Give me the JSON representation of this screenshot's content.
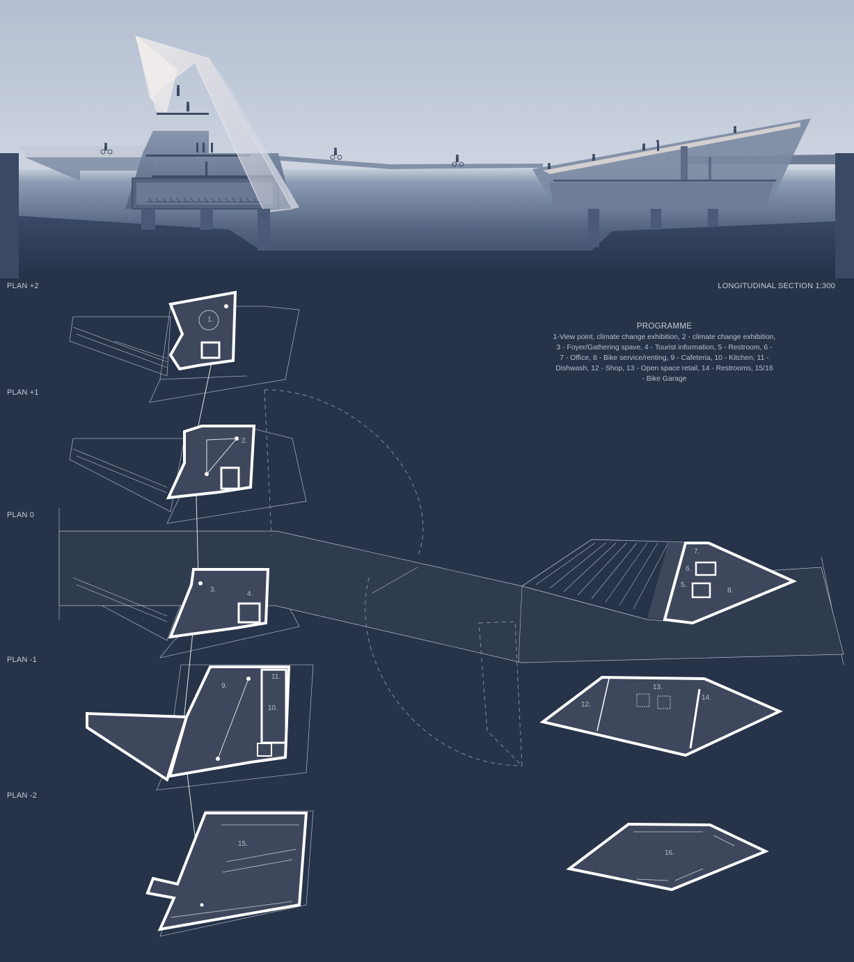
{
  "section": {
    "title": "LONGITUDINAL SECTION 1:300",
    "colors": {
      "sky_top": "#b4bfd0",
      "sky_bottom": "#dde2eb",
      "water_top": "#8b9bb4",
      "water_bottom": "#3a4a66",
      "ground": "#2e3c55",
      "glass": "#e8e4ea"
    }
  },
  "plans": {
    "labels": [
      {
        "id": "plan-plus-2",
        "text": "PLAN +2"
      },
      {
        "id": "plan-plus-1",
        "text": "PLAN +1"
      },
      {
        "id": "plan-0",
        "text": "PLAN 0"
      },
      {
        "id": "plan-minus-1",
        "text": "PLAN -1"
      },
      {
        "id": "plan-minus-2",
        "text": "PLAN -2"
      }
    ],
    "rooms": [
      "1.",
      "2.",
      "3.",
      "4.",
      "5.",
      "6.",
      "7.",
      "8.",
      "9.",
      "10.",
      "11.",
      "12.",
      "13.",
      "14.",
      "15.",
      "16."
    ],
    "colors": {
      "background": "#263348",
      "floor_fill": "#3e475c",
      "wall": "#ffffff",
      "line": "#b8c0cc",
      "bridge_fill": "#2f3b4f"
    }
  },
  "programme": {
    "title": "PROGRAMME",
    "lines": [
      "1-View point, climate change exhibition, 2 - climate change exhibition,",
      "3 - Foyer/Gathering spave, 4 - Tourist information, 5 - Restroom, 6 -",
      "7 - Office, 8 - Bike service/renting, 9 - Cafeteria, 10 - Kitchen, 11 -",
      "Dishwash, 12 - Shop, 13 - Open space retail, 14 - Restrooms, 15/16",
      "- Bike Garage"
    ]
  }
}
